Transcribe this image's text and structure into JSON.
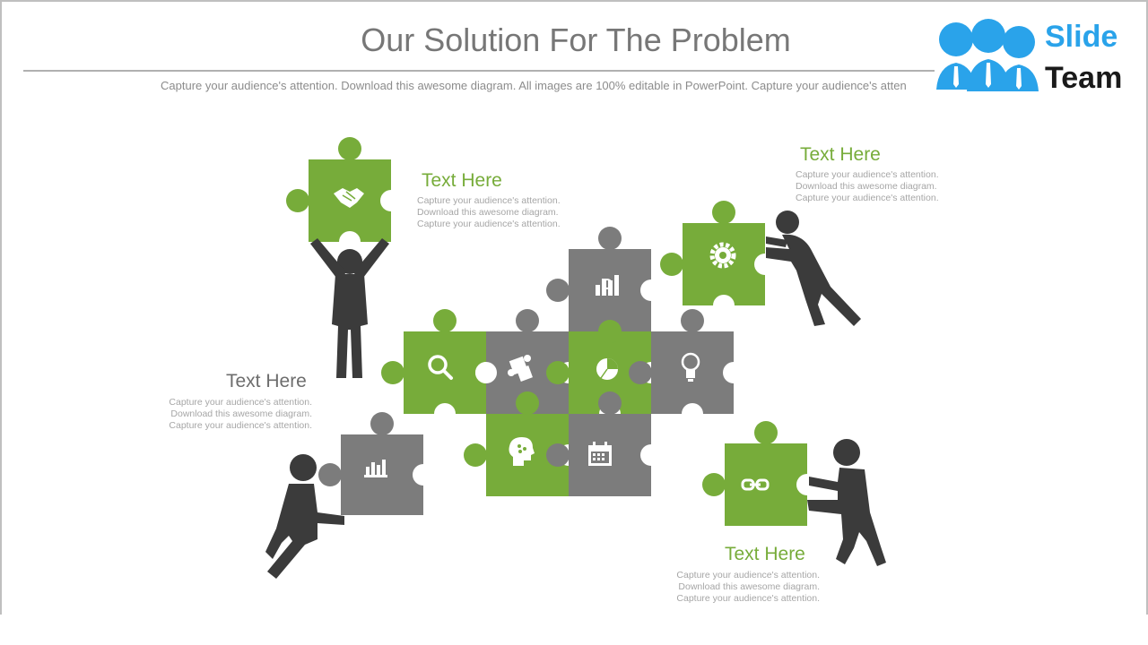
{
  "header": {
    "title": "Our Solution For The Problem",
    "subtitle": "Capture your audience's attention. Download this awesome diagram. All images are 100% editable in PowerPoint. Capture your audience's atten"
  },
  "logo": {
    "line1": "Slide",
    "line2": "Team"
  },
  "textboxes": [
    {
      "heading": "Text Here",
      "lines": [
        "Capture your audience's attention.",
        "Download this awesome diagram.",
        "Capture your audience's attention."
      ]
    },
    {
      "heading": "Text Here",
      "lines": [
        "Capture your audience's attention.",
        "Download this awesome diagram.",
        "Capture your audience's attention."
      ]
    },
    {
      "heading": "Text Here",
      "lines": [
        "Capture your audience's attention.",
        "Download this awesome diagram.",
        "Capture your audience's attention."
      ]
    },
    {
      "heading": "Text Here",
      "lines": [
        "Capture your audience's attention.",
        "Download this awesome diagram.",
        "Capture your audience's attention."
      ]
    }
  ],
  "colors": {
    "green": "#77ac3a",
    "grey": "#7c7c7c",
    "figure": "#3b3b3b",
    "logo_blue": "#2aa3ea"
  },
  "icons": [
    "handshake-icon",
    "gear-icon",
    "bar-chart-icon",
    "search-icon",
    "puzzle-icon",
    "pie-chart-icon",
    "lightbulb-icon",
    "brain-icon",
    "calendar-icon",
    "chart-icon",
    "link-icon"
  ]
}
